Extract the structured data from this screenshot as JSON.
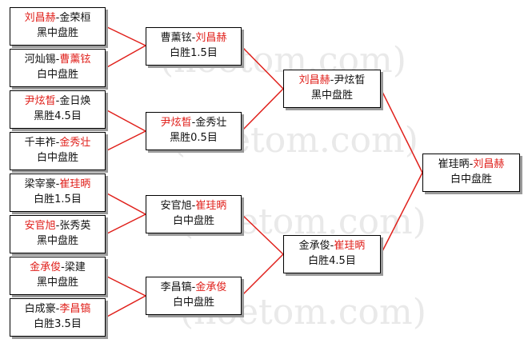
{
  "colors": {
    "winner_name": "#e0201b",
    "connector": "#e0201b",
    "text": "#111111",
    "shadow": "#9a9a9a"
  },
  "watermark": "(hoetom.com)",
  "r1": [
    {
      "p1": "刘昌赫",
      "sep": "-",
      "p2": "金荣桓",
      "winner": 1,
      "result": "黑中盘胜"
    },
    {
      "p1": "河灿锡",
      "sep": "-",
      "p2": "曹薰铉",
      "winner": 2,
      "result": "白中盘胜"
    },
    {
      "p1": "尹炫晳",
      "sep": "-",
      "p2": "金日焕",
      "winner": 1,
      "result": "黑胜4.5目"
    },
    {
      "p1": "千丰祚",
      "sep": "-",
      "p2": "金秀壮",
      "winner": 2,
      "result": "白中盘胜"
    },
    {
      "p1": "梁宰豪",
      "sep": "-",
      "p2": "崔珪昞",
      "winner": 2,
      "result": "白胜1.5目"
    },
    {
      "p1": "安官旭",
      "sep": "-",
      "p2": "张秀英",
      "winner": 1,
      "result": "黑中盘胜"
    },
    {
      "p1": "金承俊",
      "sep": "-",
      "p2": "梁建",
      "winner": 1,
      "result": "黑中盘胜"
    },
    {
      "p1": "白成豪",
      "sep": "-",
      "p2": "李昌镐",
      "winner": 2,
      "result": "白胜3.5目"
    }
  ],
  "r2": [
    {
      "p1": "曹薰铉",
      "sep": "-",
      "p2": "刘昌赫",
      "winner": 2,
      "result": "白胜1.5目"
    },
    {
      "p1": "尹炫晳",
      "sep": "-",
      "p2": "金秀壮",
      "winner": 1,
      "result": "黑胜0.5目"
    },
    {
      "p1": "安官旭",
      "sep": "-",
      "p2": "崔珪昞",
      "winner": 2,
      "result": "白中盘胜"
    },
    {
      "p1": "李昌镐",
      "sep": "-",
      "p2": "金承俊",
      "winner": 2,
      "result": "白中盘胜"
    }
  ],
  "r3": [
    {
      "p1": "刘昌赫",
      "sep": "-",
      "p2": "尹炫晳",
      "winner": 1,
      "result": "黑中盘胜"
    },
    {
      "p1": "金承俊",
      "sep": "-",
      "p2": "崔珪昞",
      "winner": 2,
      "result": "白胜4.5目"
    }
  ],
  "final": [
    {
      "p1": "崔珪昞",
      "sep": "-",
      "p2": "刘昌赫",
      "winner": 2,
      "result": "白中盘胜"
    }
  ]
}
